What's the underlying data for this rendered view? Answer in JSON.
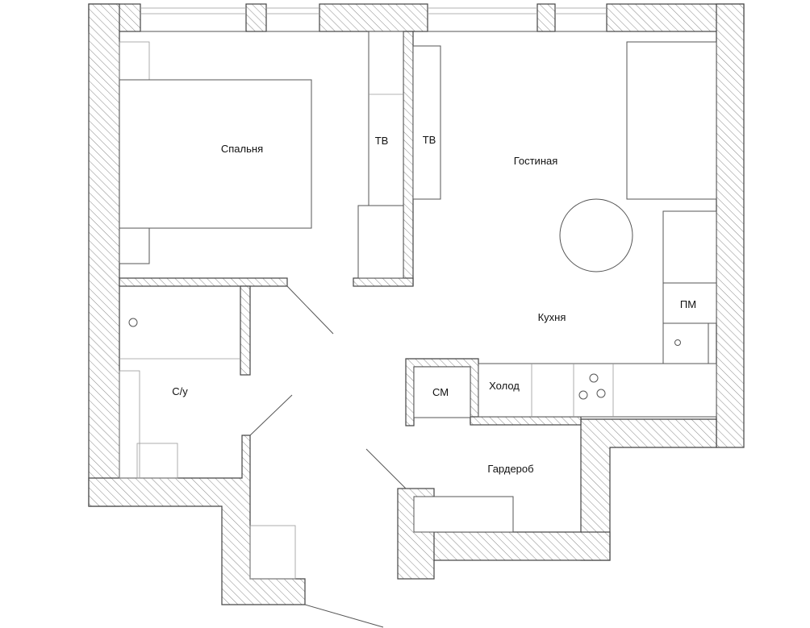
{
  "rooms": {
    "bedroom": "Спальня",
    "tv_left": "ТВ",
    "tv_right": "ТВ",
    "living_room": "Гостиная",
    "kitchen": "Кухня",
    "dishwasher": "ПМ",
    "bathroom": "С/у",
    "washing_machine": "СМ",
    "fridge": "Холод",
    "wardrobe": "Гардероб"
  }
}
